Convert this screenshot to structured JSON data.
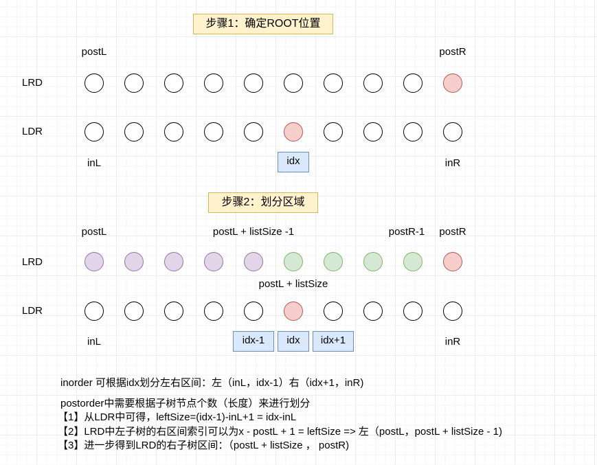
{
  "step1": {
    "title": "步骤1：确定ROOT位置",
    "labels": {
      "postL": "postL",
      "postR": "postR",
      "inL": "inL",
      "inR": "inR",
      "idx": "idx"
    },
    "rows": {
      "lrd": "LRD",
      "ldr": "LDR"
    }
  },
  "step2": {
    "title": "步骤2：划分区域",
    "labels": {
      "postL": "postL",
      "leftEnd": "postL + listSize -1",
      "postR1": "postR-1",
      "postR": "postR",
      "rightStart": "postL + listSize",
      "inL": "inL",
      "inR": "inR",
      "idxm1": "idx-1",
      "idx": "idx",
      "idxp1": "idx+1"
    },
    "rows": {
      "lrd": "LRD",
      "ldr": "LDR"
    }
  },
  "rows": {
    "r1": [
      "n",
      "n",
      "n",
      "n",
      "n",
      "n",
      "n",
      "n",
      "n",
      "r"
    ],
    "r2": [
      "n",
      "n",
      "n",
      "n",
      "n",
      "r",
      "n",
      "n",
      "n",
      "n"
    ],
    "r3": [
      "p",
      "p",
      "p",
      "p",
      "p",
      "g",
      "g",
      "g",
      "g",
      "r"
    ],
    "r4": [
      "n",
      "n",
      "n",
      "n",
      "n",
      "r",
      "n",
      "n",
      "n",
      "n"
    ]
  },
  "colors": {
    "n": [
      "#ffffff",
      "#000000"
    ],
    "r": [
      "#f8cecc",
      "#b85450"
    ],
    "p": [
      "#e1d5e7",
      "#9673a6"
    ],
    "g": [
      "#d5e8d4",
      "#82b366"
    ]
  },
  "notes": [
    "inorder 可根据idx划分左右区间：左（inL，idx-1）右（idx+1，inR)",
    "postorder中需要根据子树节点个数（长度）来进行划分",
    "【1】从LDR中可得，leftSize=(idx-1)-inL+1 = idx-inL",
    "【2】LRD中左子树的右区间索引可以为x - postL + 1 = leftSize => 左（postL，postL + listSize - 1)",
    "【3】进一步得到LRD的右子树区间：（postL + listSize ， postR)"
  ]
}
